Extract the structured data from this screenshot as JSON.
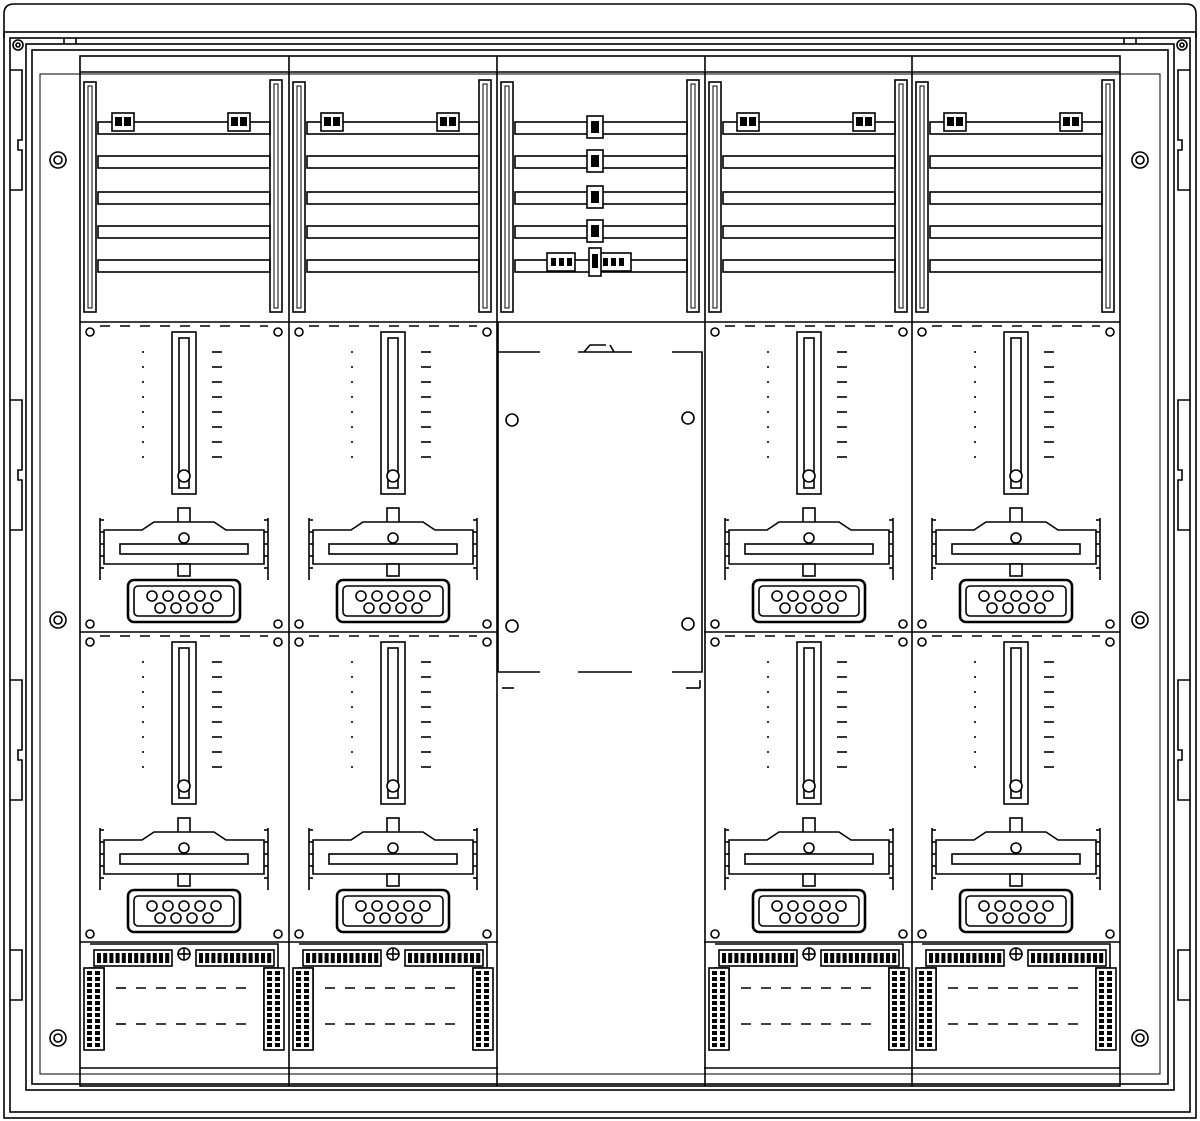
{
  "drawing": {
    "type": "meter-cabinet-front-view",
    "line_color": "#000000",
    "background_color": "#ffffff",
    "columns": [
      {
        "id": "column-1",
        "top": "busbar-section",
        "upper": "meter-field",
        "lower": "meter-field",
        "bottom": "terminal-block"
      },
      {
        "id": "column-2",
        "top": "busbar-section",
        "upper": "meter-field",
        "lower": "meter-field",
        "bottom": "terminal-block"
      },
      {
        "id": "column-3",
        "top": "busbar-section-with-connectors",
        "upper": "blank-cover-panel",
        "lower": "empty",
        "bottom": "empty"
      },
      {
        "id": "column-4",
        "top": "busbar-section",
        "upper": "meter-field",
        "lower": "meter-field",
        "bottom": "terminal-block"
      },
      {
        "id": "column-5",
        "top": "busbar-section",
        "upper": "meter-field",
        "lower": "meter-field",
        "bottom": "terminal-block"
      }
    ],
    "icons": [
      "mounting-screw-icon",
      "earth-terminal-icon",
      "terminal-clamp-icon",
      "meter-plug-icon"
    ]
  }
}
